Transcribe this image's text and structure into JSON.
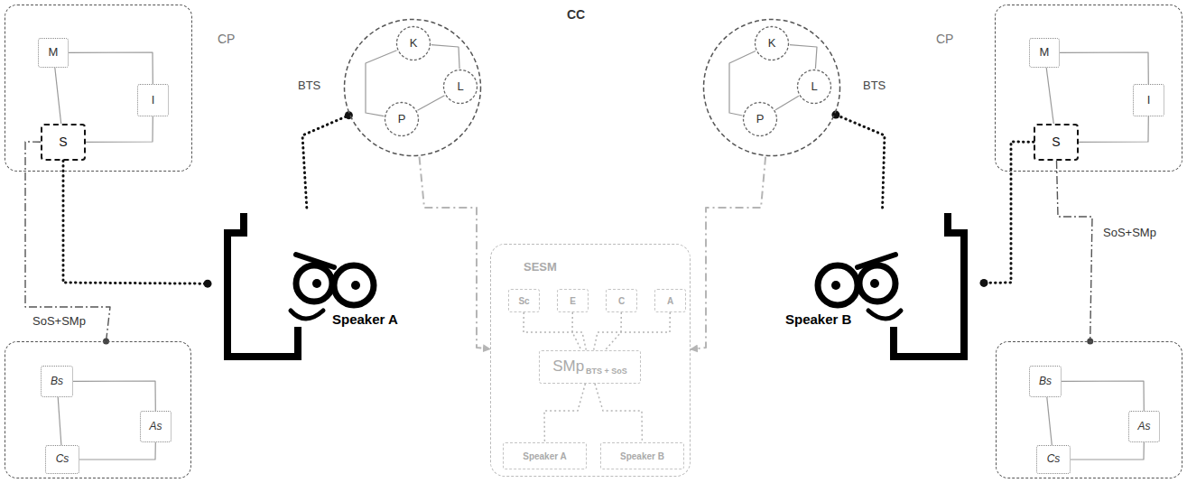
{
  "diagram": {
    "nodes": [
      {
        "text": [
          "CP"
        ]
      },
      {
        "text": [
          "M"
        ],
        "in": 0
      },
      {
        "text": [
          "I"
        ],
        "in": 0
      },
      {
        "text": [
          "S"
        ],
        "in": 0
      },
      {
        "text": []
      },
      {
        "text": [
          "Bs"
        ],
        "in": 4
      },
      {
        "text": [
          "As"
        ],
        "in": 4
      },
      {
        "text": [
          "Cs"
        ],
        "in": 4
      },
      {
        "text": [
          "Speaker A"
        ]
      },
      {
        "text": [
          "BTS"
        ]
      },
      {
        "text": [
          "K"
        ],
        "in": 9
      },
      {
        "text": [
          "L"
        ],
        "in": 9
      },
      {
        "text": [
          "P"
        ],
        "in": 9
      },
      {
        "text": [
          "SESM"
        ]
      },
      {
        "text": [
          "Sc"
        ],
        "in": 13
      },
      {
        "text": [
          "E"
        ],
        "in": 13
      },
      {
        "text": [
          "C"
        ],
        "in": 13
      },
      {
        "text": [
          "A"
        ],
        "in": 13
      },
      {
        "text": [
          "SMp",
          "BTS + SoS"
        ],
        "in": 13
      },
      {
        "text": [
          "Speaker A"
        ],
        "in": 13
      },
      {
        "text": [
          "Speaker B"
        ],
        "in": 13
      },
      {
        "text": [
          "BTS"
        ]
      },
      {
        "text": [
          "K"
        ],
        "in": 21
      },
      {
        "text": [
          "L"
        ],
        "in": 21
      },
      {
        "text": [
          "P"
        ],
        "in": 21
      },
      {
        "text": [
          "Speaker B"
        ]
      },
      {
        "text": [
          "CP"
        ]
      },
      {
        "text": [
          "M"
        ],
        "in": 26
      },
      {
        "text": [
          "I"
        ],
        "in": 26
      },
      {
        "text": [
          "S"
        ],
        "in": 26
      },
      {
        "text": []
      },
      {
        "text": [
          "Bs"
        ],
        "in": 30
      },
      {
        "text": [
          "As"
        ],
        "in": 30
      },
      {
        "text": [
          "Cs"
        ],
        "in": 30
      }
    ],
    "edges": [
      {
        "from": 1,
        "to": 2,
        "arrow": "none"
      },
      {
        "from": 1,
        "to": 3,
        "arrow": "none"
      },
      {
        "from": 3,
        "to": 2,
        "arrow": "none"
      },
      {
        "from": 3,
        "to": 4,
        "label": "SoS+SMp",
        "arrow": "none"
      },
      {
        "from": 5,
        "to": 6,
        "arrow": "none"
      },
      {
        "from": 5,
        "to": 7,
        "arrow": "none"
      },
      {
        "from": 7,
        "to": 6,
        "arrow": "none"
      },
      {
        "from": 3,
        "to": 8,
        "arrow": "none"
      },
      {
        "from": 8,
        "to": 9,
        "arrow": "none"
      },
      {
        "from": 10,
        "to": 11,
        "arrow": "none"
      },
      {
        "from": 10,
        "to": 12,
        "arrow": "none"
      },
      {
        "from": 12,
        "to": 11,
        "arrow": "none"
      },
      {
        "from": 9,
        "to": 13,
        "arrow": "to"
      },
      {
        "from": 21,
        "to": 13,
        "arrow": "to"
      },
      {
        "from": 14,
        "to": 18,
        "arrow": "none"
      },
      {
        "from": 15,
        "to": 18,
        "arrow": "none"
      },
      {
        "from": 16,
        "to": 18,
        "arrow": "none"
      },
      {
        "from": 17,
        "to": 18,
        "arrow": "none"
      },
      {
        "from": 18,
        "to": 19,
        "arrow": "none"
      },
      {
        "from": 18,
        "to": 20,
        "arrow": "none"
      },
      {
        "from": 22,
        "to": 23,
        "arrow": "none"
      },
      {
        "from": 22,
        "to": 24,
        "arrow": "none"
      },
      {
        "from": 24,
        "to": 23,
        "arrow": "none"
      },
      {
        "from": 25,
        "to": 21,
        "arrow": "none"
      },
      {
        "from": 29,
        "to": 25,
        "arrow": "none"
      },
      {
        "from": 27,
        "to": 28,
        "arrow": "none"
      },
      {
        "from": 27,
        "to": 29,
        "arrow": "none"
      },
      {
        "from": 29,
        "to": 28,
        "arrow": "none"
      },
      {
        "from": 29,
        "to": 30,
        "label": "SoS+SMp",
        "arrow": "none"
      },
      {
        "from": 31,
        "to": 32,
        "arrow": "none"
      },
      {
        "from": 31,
        "to": 33,
        "arrow": "none"
      },
      {
        "from": 33,
        "to": 32,
        "arrow": "none"
      }
    ],
    "labels": [
      "CC"
    ]
  }
}
